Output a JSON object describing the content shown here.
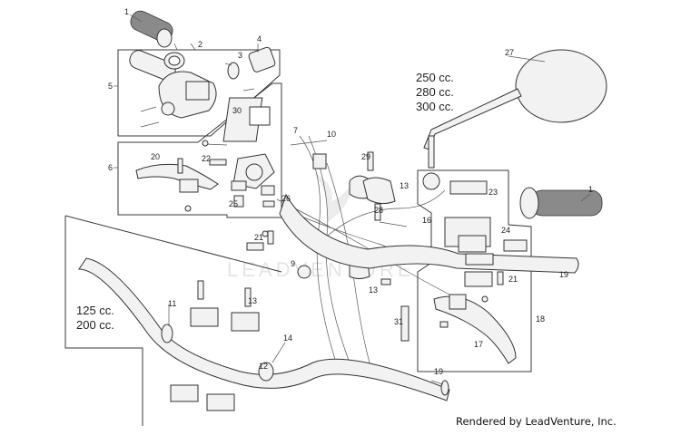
{
  "callouts": {
    "c1a": "1",
    "c2": "2",
    "c3": "3",
    "c4": "4",
    "c5": "5",
    "c6": "6",
    "c7": "7",
    "c9": "9",
    "c10": "10",
    "c11": "11",
    "c12": "12",
    "c13a": "13",
    "c13b": "13",
    "c13c": "13",
    "c14": "14",
    "c16": "16",
    "c17": "17",
    "c18": "18",
    "c19a": "19",
    "c19b": "19",
    "c20": "20",
    "c21a": "21",
    "c21b": "21",
    "c22": "22",
    "c23": "23",
    "c24": "24",
    "c25": "25",
    "c26": "26",
    "c27": "27",
    "c28": "28",
    "c29": "29",
    "c30": "30",
    "c31": "31",
    "c1b": "1"
  },
  "displacement_top": [
    "250 cc.",
    "280 cc.",
    "300 cc."
  ],
  "displacement_bottom": [
    "125 cc.",
    "200 cc."
  ],
  "watermark": "LEADVENTURE",
  "credit": "Rendered by LeadVenture, Inc."
}
